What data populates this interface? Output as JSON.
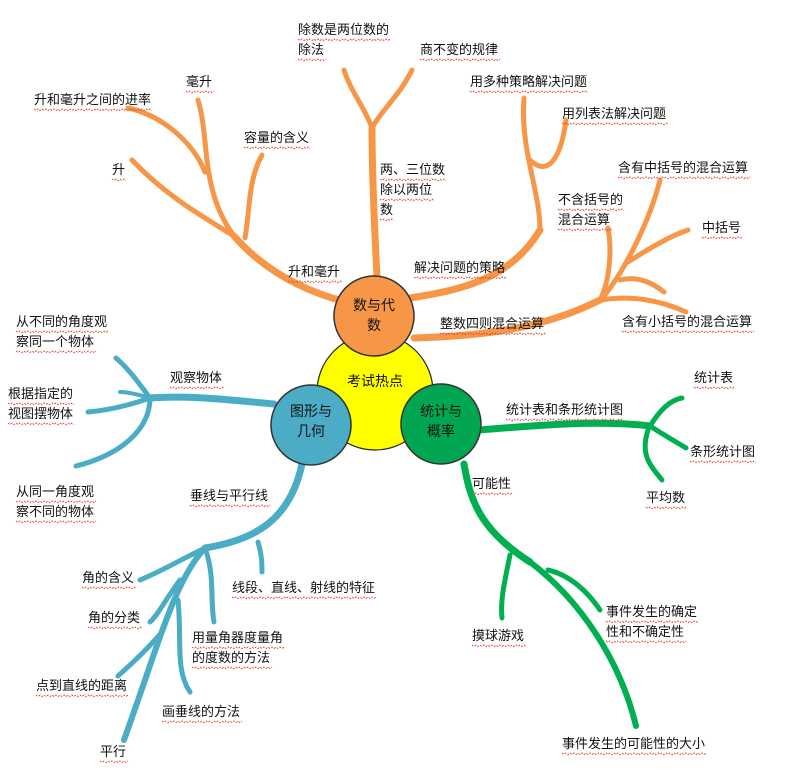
{
  "center": {
    "label": "考试热点",
    "color": "#ffff00"
  },
  "nodes": {
    "algebra": {
      "line1": "数与代",
      "line2": "数",
      "color": "#f79646"
    },
    "geometry": {
      "line1": "图形与",
      "line2": "几何",
      "color": "#4bacc6"
    },
    "statistics": {
      "line1": "统计与",
      "line2": "概率",
      "color": "#00a651"
    }
  },
  "branch_colors": {
    "algebra": "#f79646",
    "geometry": "#4bacc6",
    "statistics": "#00b050"
  },
  "algebra": {
    "volume_branch": "升和毫升",
    "volume_items": {
      "haosheng": "毫升",
      "relation": "升和毫升之间的进率",
      "sheng": "升",
      "rongliang": "容量的含义"
    },
    "division_branch": {
      "line1": "两、三位数",
      "line2": "除以两位",
      "line3": "数"
    },
    "division_items": {
      "divisor_line1": "除数是两位数的",
      "divisor_line2": "除法",
      "quotient_rule": "商不变的规律"
    },
    "strategy_branch": "解决问题的策略",
    "strategy_items": {
      "multi": "用多种策略解决问题",
      "list": "用列表法解决问题"
    },
    "mixed_branch": "整数四则混合运算",
    "mixed_items": {
      "no_bracket_line1": "不含括号的",
      "no_bracket_line2": "混合运算",
      "mid_bracket_ops": "含有中括号的混合运算",
      "mid_bracket": "中括号",
      "small_bracket_ops": "含有小括号的混合运算"
    }
  },
  "geometry": {
    "observe_branch": "观察物体",
    "observe_items": {
      "diff_angle_line1": "从不同的角度观",
      "diff_angle_line2": "察同一个物体",
      "arrange_line1": "根据指定的",
      "arrange_line2": "视图摆物体",
      "same_angle_line1": "从同一角度观",
      "same_angle_line2": "察不同的物体"
    },
    "lines_branch": "垂线与平行线",
    "lines_items": {
      "features": "线段、直线、射线的特征",
      "angle_meaning": "角的含义",
      "angle_class": "角的分类",
      "protractor_line1": "用量角器度量角",
      "protractor_line2": "的度数的方法",
      "distance": "点到直线的距离",
      "perpendicular": "画垂线的方法",
      "parallel": "平行"
    }
  },
  "statistics": {
    "chart_branch": "统计表和条形统计图",
    "chart_items": {
      "table": "统计表",
      "bar": "条形统计图",
      "average": "平均数"
    },
    "possibility_branch": "可能性",
    "possibility_items": {
      "ball_game": "摸球游戏",
      "certain_line1": "事件发生的确定",
      "certain_line2": "性和不确定性",
      "magnitude": "事件发生的可能性的大小"
    }
  }
}
